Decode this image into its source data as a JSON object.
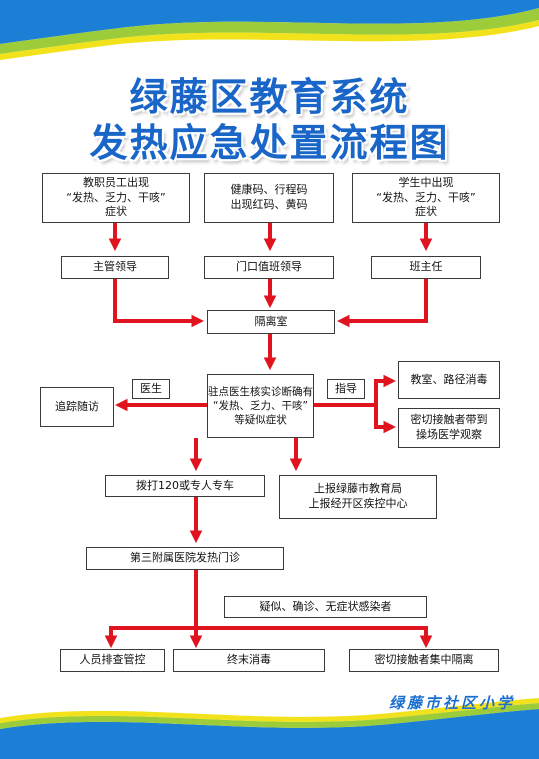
{
  "title": {
    "line1": "绿藤区教育系统",
    "line2": "发热应急处置流程图"
  },
  "nodes": {
    "staff_symptoms": "教职员工出现\n“发热、乏力、干咳”\n症状",
    "health_code": "健康码、行程码\n出现红码、黄码",
    "student_symptoms": "学生中出现\n“发热、乏力、干咳”\n症状",
    "supervisor": "主管领导",
    "gate_leader": "门口值班领导",
    "class_teacher": "班主任",
    "isolation_room": "隔离室",
    "doctor_check": "驻点医生核实诊断确有\n“发热、乏力、干咳”\n等疑似症状",
    "trace_follow": "追踪随访",
    "doctor_label": "医生",
    "guide_label": "指导",
    "disinfect_route": "教室、路径消毒",
    "close_contacts_observe": "密切接触者带到\n操场医学观察",
    "call_120": "拨打120或专人专车",
    "report_up": "上报绿藤市教育局\n上报经开区疾控中心",
    "hospital": "第三附属医院发热门诊",
    "suspected": "疑似、确诊、无症状感染者",
    "screening": "人员排查管控",
    "final_disinfect": "终末消毒",
    "centralized_isolation": "密切接触者集中隔离"
  },
  "footer": "绿藤市社区小学",
  "colors": {
    "title": "#1a66c8",
    "arrow": "#e0141e",
    "border": "#3a3a3a",
    "wave_blue": "#1b7fd6",
    "wave_green": "#9ccc3a",
    "wave_yellow": "#f2e21b"
  }
}
